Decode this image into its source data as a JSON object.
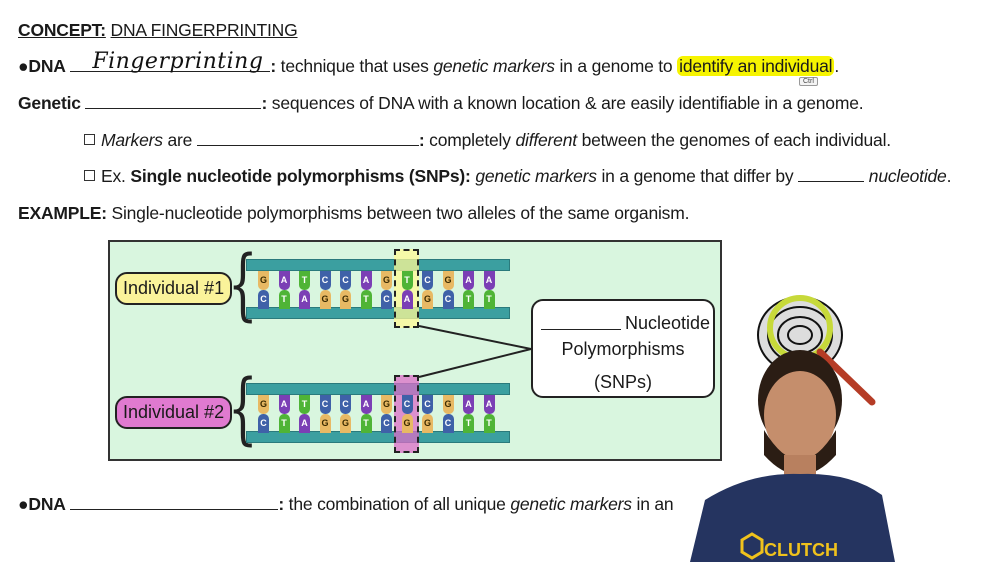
{
  "header": {
    "concept_label": "CONCEPT:",
    "concept_title": "DNA FINGERPRINTING"
  },
  "lines": {
    "l1": {
      "bullet": "●",
      "term": "DNA",
      "answer": "Fingerprinting",
      "colon": ":",
      "text1": " technique that uses ",
      "italic": "genetic markers",
      "text2": " in a genome to ",
      "highlight": "identify an individual",
      "end": "."
    },
    "l2": {
      "term": "Genetic",
      "colon": ":",
      "text": " sequences of DNA with a known location & are easily identifiable in a genome."
    },
    "l3": {
      "italic": "Markers",
      "text1": " are ",
      "colon": ":",
      "text2": " completely ",
      "italic2": "different",
      "text3": " between the genomes of each individual."
    },
    "l4": {
      "text1": "Ex. ",
      "bold": "Single nucleotide polymorphisms (SNPs):",
      "italic": " genetic markers",
      "text2": " in a genome that differ by ",
      "italic2": "nucleotide",
      "end": "."
    },
    "l5": {
      "bold": "EXAMPLE:",
      "text": " Single-nucleotide polymorphisms between two alleles of the same organism."
    },
    "l6": {
      "bullet": "●",
      "term": "DNA",
      "colon": ":",
      "text1": " the combination of all unique ",
      "italic": "genetic markers",
      "text2": " in an"
    }
  },
  "ctrl_badge": "Ctrl",
  "diagram": {
    "individual1": {
      "label": "Individual #1",
      "top": [
        "G",
        "A",
        "T",
        "C",
        "C",
        "A",
        "G",
        "T",
        "C",
        "G",
        "A",
        "A"
      ],
      "bottom": [
        "C",
        "T",
        "A",
        "G",
        "G",
        "T",
        "C",
        "A",
        "G",
        "C",
        "T",
        "T"
      ],
      "snp_index": 7,
      "color": "#f8f3a0"
    },
    "individual2": {
      "label": "Individual #2",
      "top": [
        "G",
        "A",
        "T",
        "C",
        "C",
        "A",
        "G",
        "C",
        "C",
        "G",
        "A",
        "A"
      ],
      "bottom": [
        "C",
        "T",
        "A",
        "G",
        "G",
        "T",
        "C",
        "G",
        "G",
        "C",
        "T",
        "T"
      ],
      "snp_index": 7,
      "color": "#e07ad0"
    },
    "callout": {
      "line1": "Nucleotide",
      "line2": "Polymorphisms",
      "line3": "(SNPs)"
    }
  },
  "presenter": {
    "shirt_text": "CLUTCH"
  }
}
